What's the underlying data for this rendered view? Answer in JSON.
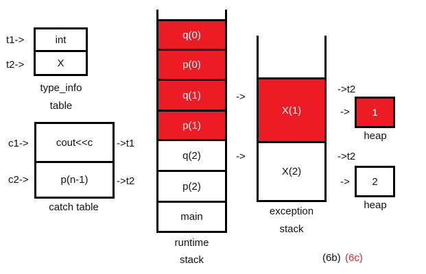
{
  "type_info": {
    "rows": [
      "int",
      "X"
    ],
    "pointers": [
      "t1->",
      "t2->"
    ],
    "caption_line1": "type_info",
    "caption_line2": "table"
  },
  "catch_table": {
    "rows": [
      "cout<<c",
      "p(n-1)"
    ],
    "pointers": [
      "c1->",
      "c2->"
    ],
    "targets": [
      "->t1",
      "->t2"
    ],
    "caption": "catch table"
  },
  "runtime_stack": {
    "frames": [
      {
        "label": "q(0)",
        "highlight": true
      },
      {
        "label": "p(0)",
        "highlight": true
      },
      {
        "label": "q(1)",
        "highlight": true
      },
      {
        "label": "p(1)",
        "highlight": true
      },
      {
        "label": "q(2)",
        "highlight": false
      },
      {
        "label": "p(2)",
        "highlight": false
      },
      {
        "label": "main",
        "highlight": false
      }
    ],
    "caption_line1": "runtime",
    "caption_line2": "stack"
  },
  "arrows_between": [
    "->",
    "->"
  ],
  "exception_stack": {
    "frames": [
      {
        "label": "X(1)",
        "highlight": true
      },
      {
        "label": "X(2)",
        "highlight": false
      }
    ],
    "caption_line1": "exception",
    "caption_line2": "stack"
  },
  "heap": {
    "items": [
      {
        "pointer_label": "->t2",
        "arrow": "->",
        "value": "1",
        "caption": "heap",
        "highlight": true
      },
      {
        "pointer_label": "->t2",
        "arrow": "->",
        "value": "2",
        "caption": "heap",
        "highlight": false
      }
    ]
  },
  "figure_labels": {
    "black": "(6b)",
    "red": "(6c)"
  },
  "colors": {
    "highlight": "#ed1c24",
    "border": "#000000",
    "label_red": "#e0262b"
  }
}
